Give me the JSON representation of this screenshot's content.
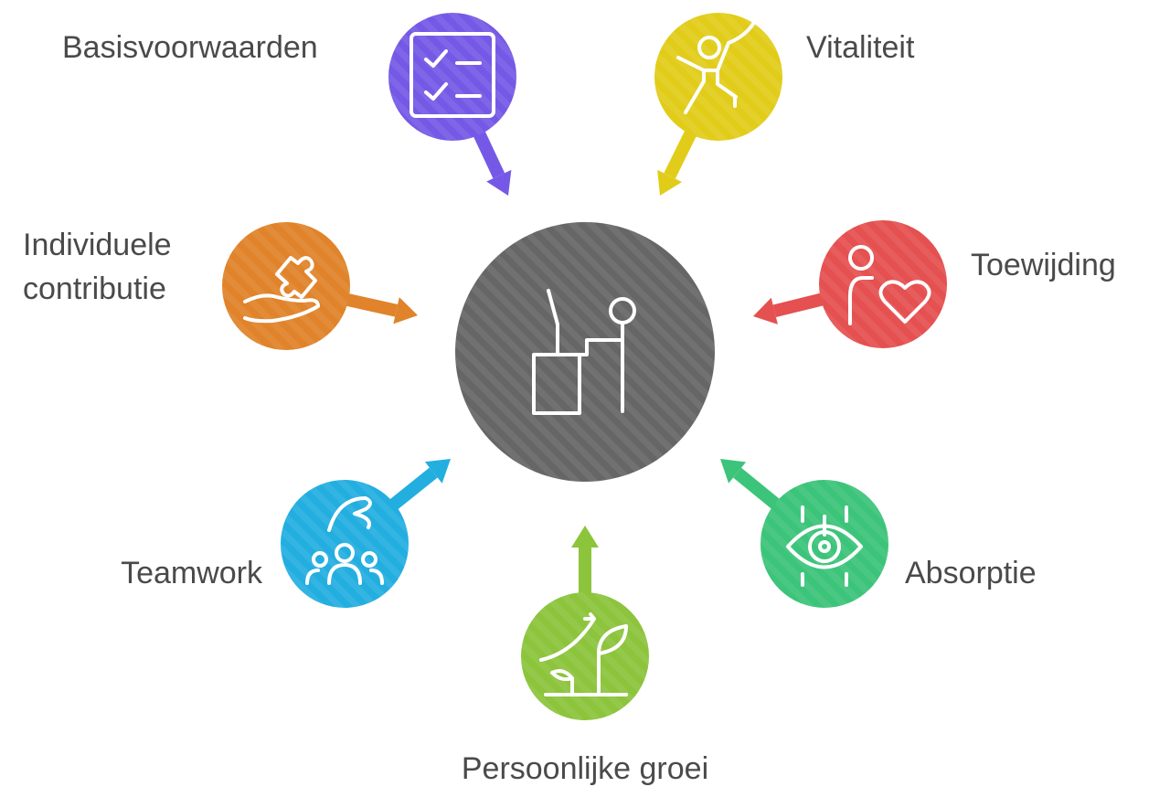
{
  "center": {
    "icon": "person-at-desk-icon",
    "color": "#666666"
  },
  "nodes": [
    {
      "id": "basisvoorwaarden",
      "label": "Basisvoorwaarden",
      "icon": "checklist-icon",
      "color": "#7559e6"
    },
    {
      "id": "vitaliteit",
      "label": "Vitaliteit",
      "icon": "climber-icon",
      "color": "#e2cc1a"
    },
    {
      "id": "toewijding",
      "label": "Toewijding",
      "icon": "person-heart-icon",
      "color": "#e55050"
    },
    {
      "id": "absorptie",
      "label": "Absorptie",
      "icon": "eye-focus-icon",
      "color": "#3cc47a"
    },
    {
      "id": "persoonlijke-groei",
      "label": "Persoonlijke groei",
      "icon": "plant-growth-icon",
      "color": "#8cc43c"
    },
    {
      "id": "teamwork",
      "label": "Teamwork",
      "icon": "team-hand-icon",
      "color": "#23aee0"
    },
    {
      "id": "individuele-contributie",
      "label": "Individuele contributie",
      "label_lines": [
        "Individuele",
        "contributie"
      ],
      "icon": "hand-puzzle-icon",
      "color": "#e0832a"
    }
  ]
}
